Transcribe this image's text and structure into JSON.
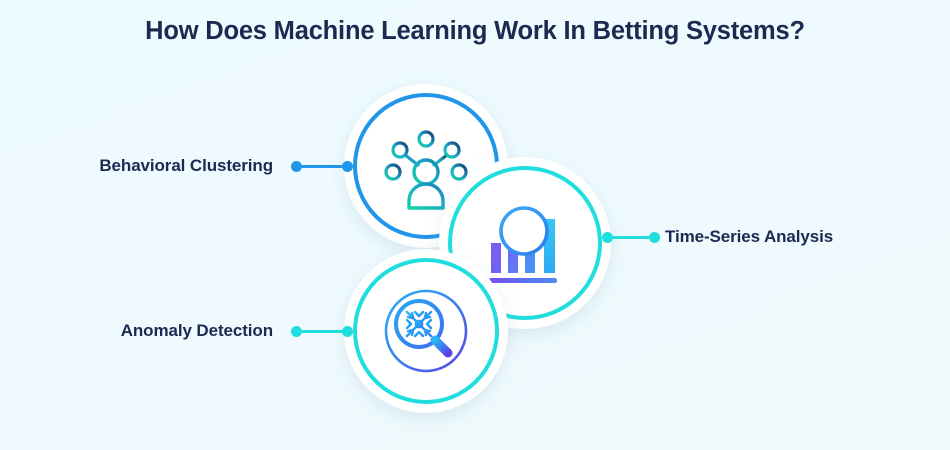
{
  "page": {
    "title": "How Does Machine Learning Work In Betting Systems?",
    "background_color": "#EDFAFE",
    "title_color": "#1C2951"
  },
  "nodes": [
    {
      "id": "behavioral-clustering",
      "label": "Behavioral Clustering",
      "icon": "network-cluster-person-icon",
      "ring_color": "#2196E8",
      "connector_color": "#2196E8",
      "label_side": "left"
    },
    {
      "id": "time-series-analysis",
      "label": "Time-Series Analysis",
      "icon": "clock-bar-chart-icon",
      "ring_color": "#21DEDE",
      "connector_color": "#21DEDE",
      "label_side": "right"
    },
    {
      "id": "anomaly-detection",
      "label": "Anomaly Detection",
      "icon": "magnifier-snowflake-icon",
      "ring_color": "#21DEDE",
      "connector_color": "#21DEDE",
      "label_side": "left"
    }
  ],
  "palette": {
    "blue": "#2196E8",
    "cyan": "#21DEDE",
    "teal": "#16C79A",
    "navy": "#1C2951",
    "purple": "#7B5CF0",
    "sky": "#35C8F5"
  }
}
